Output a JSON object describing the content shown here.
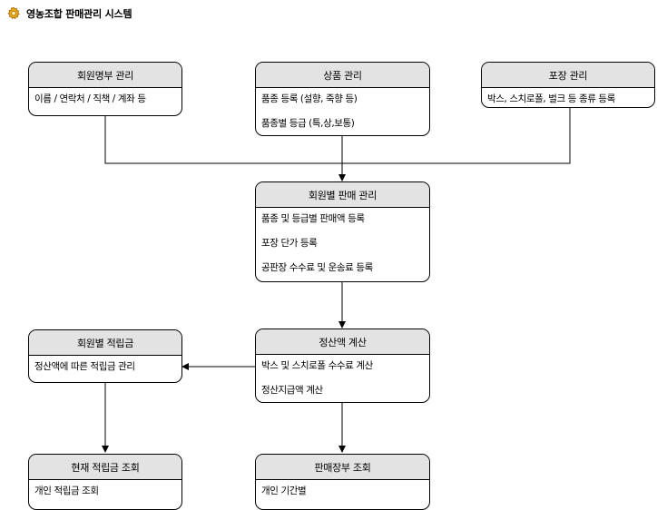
{
  "title": "영농조합 판매관리 시스템",
  "icons": {
    "title": "gear-package-icon"
  },
  "boxes": {
    "member_registry": {
      "header": "회원명부 관리",
      "lines": [
        "이름 / 연락처 / 직책 / 계좌 등"
      ]
    },
    "product": {
      "header": "상품 관리",
      "lines": [
        "품종 등록 (설향, 죽향 등)",
        "품종별 등급 (특,상,보통)"
      ]
    },
    "packaging": {
      "header": "포장 관리",
      "lines": [
        "박스, 스치로폴, 벌크 등 종류 등록"
      ]
    },
    "member_sales": {
      "header": "회원별 판매 관리",
      "lines": [
        "품종 및 등급별 판매액 등록",
        "포장 단가 등록",
        "공판장 수수료 및 운송료 등록"
      ]
    },
    "settlement": {
      "header": "정산액 계산",
      "lines": [
        "박스 및 스치로폴 수수료 계산",
        "정산지급액 계산"
      ]
    },
    "member_savings": {
      "header": "회원별 적립금",
      "lines": [
        "정산액에 따른 적립금 관리"
      ]
    },
    "current_savings": {
      "header": "현재 적립금 조회",
      "lines": [
        "개인 적립금 조회"
      ]
    },
    "sales_ledger": {
      "header": "판매장부 조회",
      "lines": [
        "개인 기간별"
      ]
    }
  }
}
